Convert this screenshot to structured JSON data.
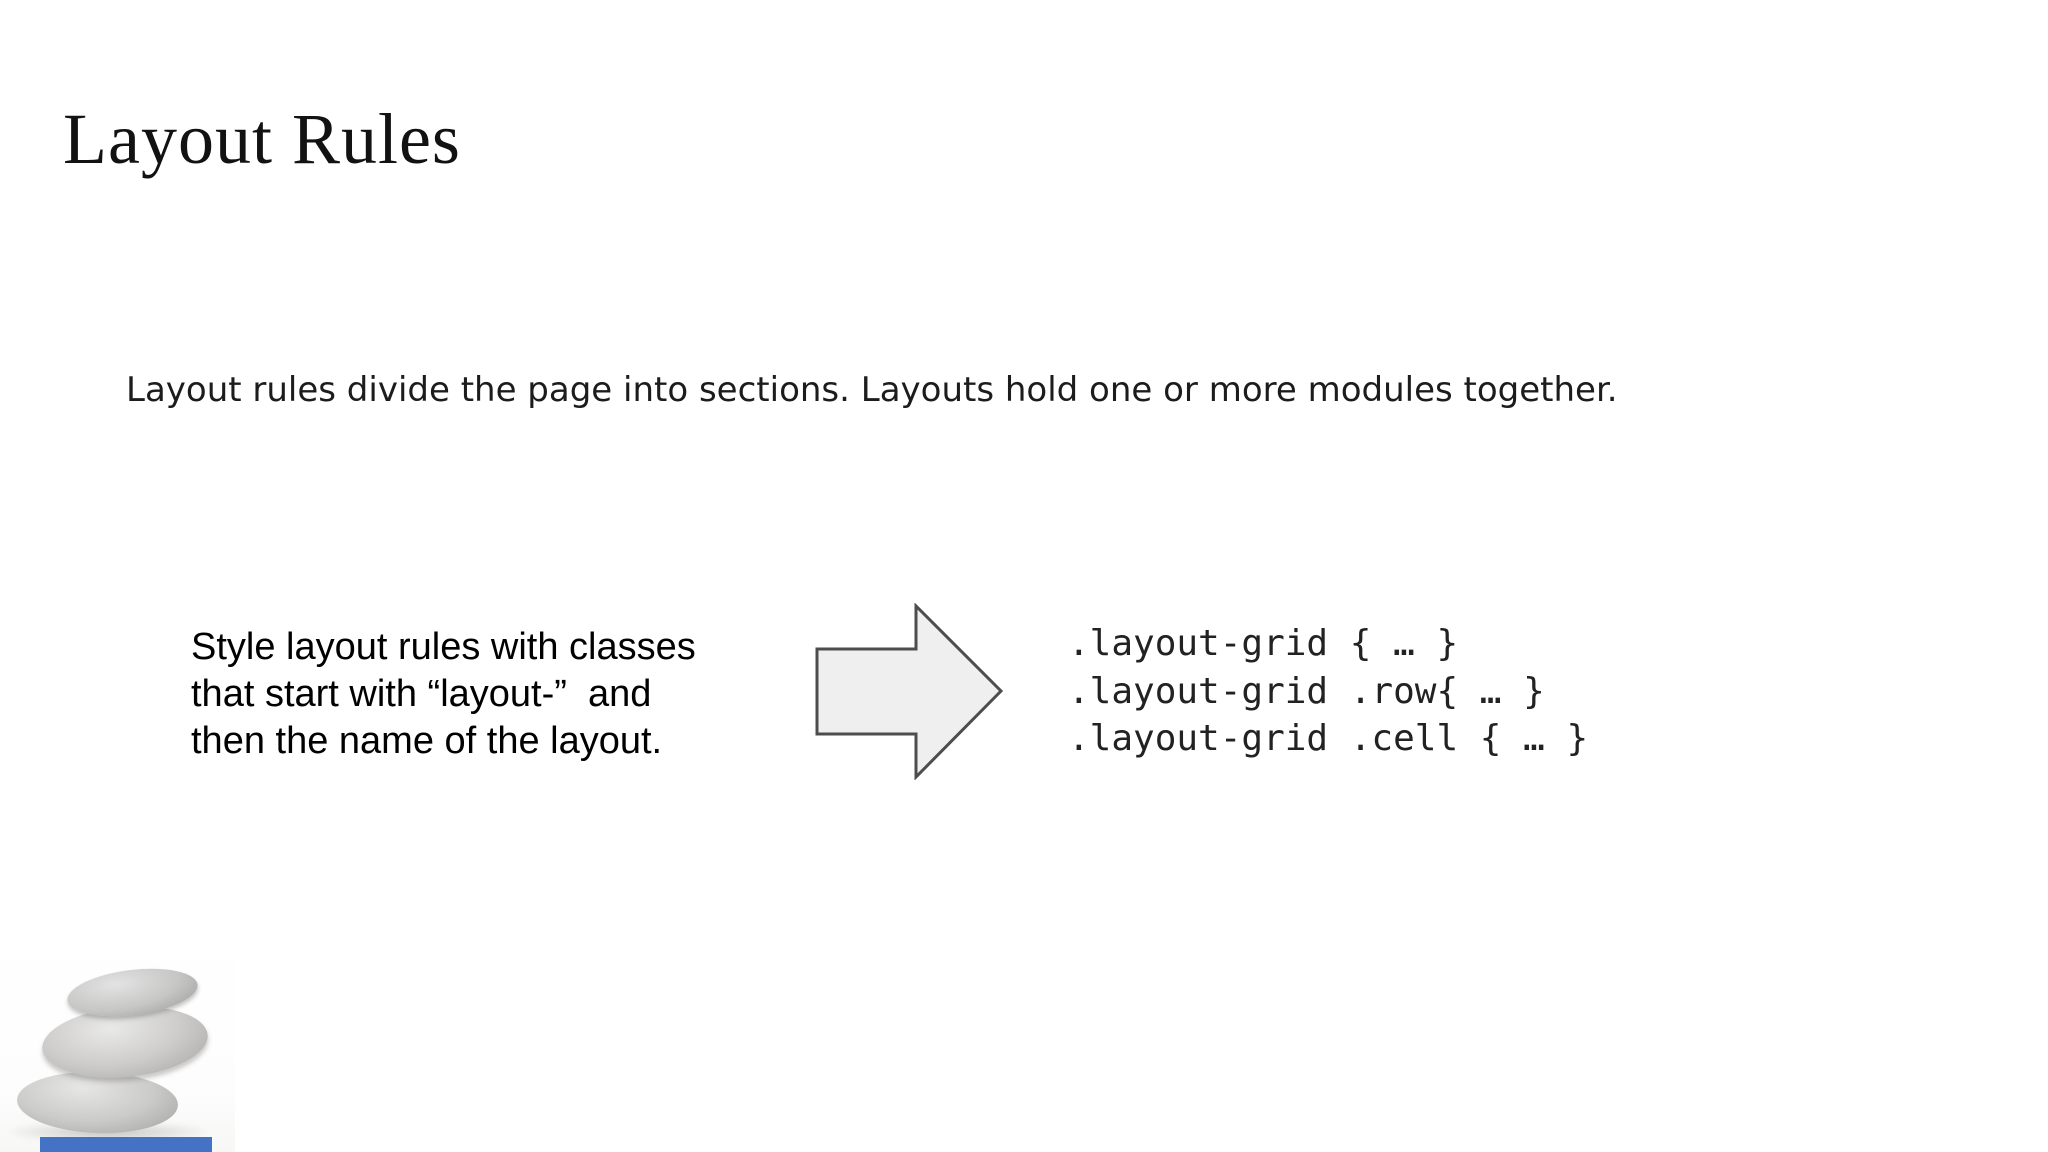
{
  "slide": {
    "title": "Layout Rules",
    "intro": "Layout rules divide the page into sections. Layouts hold one or more modules together.",
    "explanation": {
      "line1": "Style layout rules with classes",
      "line2": "that start with “layout-”  and",
      "line3": "then the name of the layout."
    },
    "code": {
      "line1": ".layout-grid { … }",
      "line2": ".layout-grid .row{ … }",
      "line3": ".layout-grid .cell { … }"
    },
    "icons": {
      "arrow": "right-block-arrow",
      "photo": "stacked-zen-stones"
    },
    "colors": {
      "background": "#ffffff",
      "title_text": "#121212",
      "body_text": "#1c1c1c",
      "code_text": "#222222",
      "arrow_fill": "#efefef",
      "arrow_border": "#4d4d4d",
      "accent_bar": "#4472c4"
    }
  }
}
